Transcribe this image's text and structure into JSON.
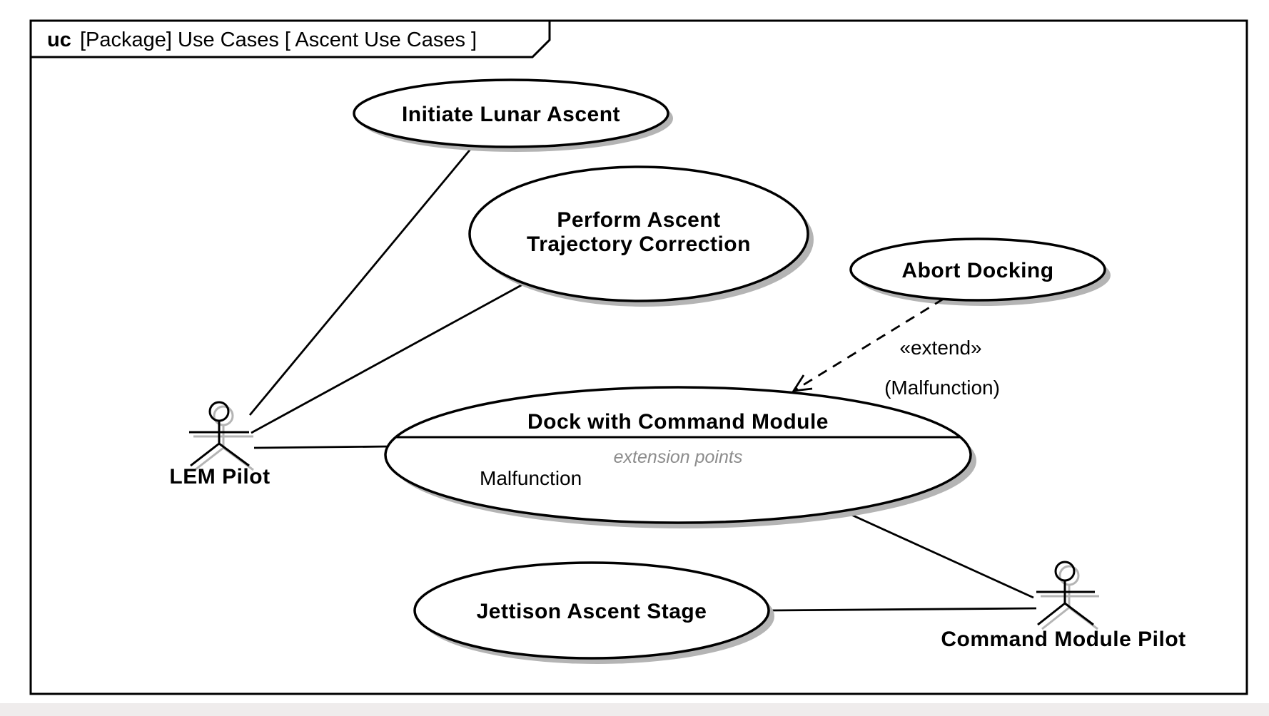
{
  "diagram": {
    "frame": {
      "keyword": "uc",
      "title": "[Package] Use Cases [ Ascent Use Cases ]"
    },
    "use_cases": {
      "initiate": {
        "label": "Initiate Lunar Ascent"
      },
      "perform": {
        "line1": "Perform Ascent",
        "line2": "Trajectory Correction"
      },
      "abort": {
        "label": "Abort Docking"
      },
      "dock": {
        "label": "Dock with Command Module",
        "compartment_caption": "extension points",
        "extension_point": "Malfunction"
      },
      "jettison": {
        "label": "Jettison Ascent Stage"
      }
    },
    "actors": {
      "lem": {
        "label": "LEM Pilot"
      },
      "cmp": {
        "label": "Command Module Pilot"
      }
    },
    "extend": {
      "stereotype": "«extend»",
      "condition": "(Malfunction)"
    },
    "colors": {
      "stroke": "#000000",
      "node_fill": "#ffffff",
      "shadow": "#b4b4b4",
      "muted_text": "#8c8c8c",
      "page_strip": "#efecec"
    }
  }
}
